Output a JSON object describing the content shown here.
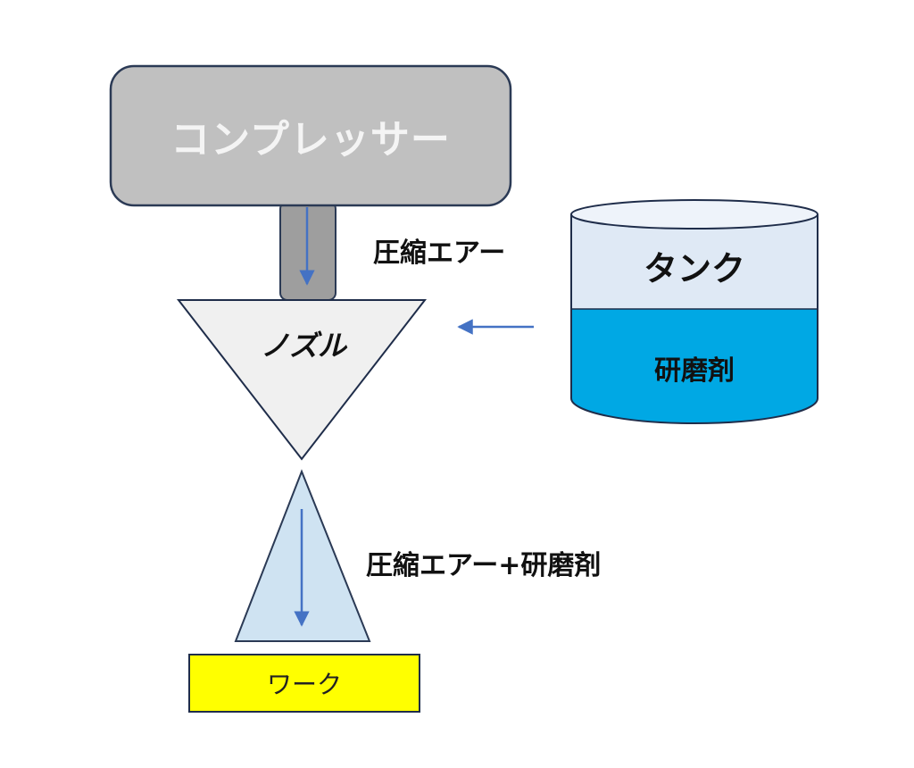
{
  "compressor": {
    "label": "コンプレッサー"
  },
  "air_flow": {
    "label": "圧縮エアー"
  },
  "nozzle": {
    "label": "ノズル"
  },
  "tank": {
    "label": "タンク",
    "contents_label": "研磨剤"
  },
  "mixed_flow": {
    "label": "圧縮エアー+研磨剤"
  },
  "work": {
    "label": "ワーク"
  },
  "colors": {
    "compressor_fill": "#c0c0c0",
    "compressor_border": "#2b3a55",
    "nozzle_fill": "#f0f0f0",
    "tank_top_fill": "#dfe9f5",
    "tank_liquid_fill": "#00a8e4",
    "spray_fill": "#cfe3f2",
    "work_fill": "#ffff00",
    "arrow": "#4472c4"
  }
}
